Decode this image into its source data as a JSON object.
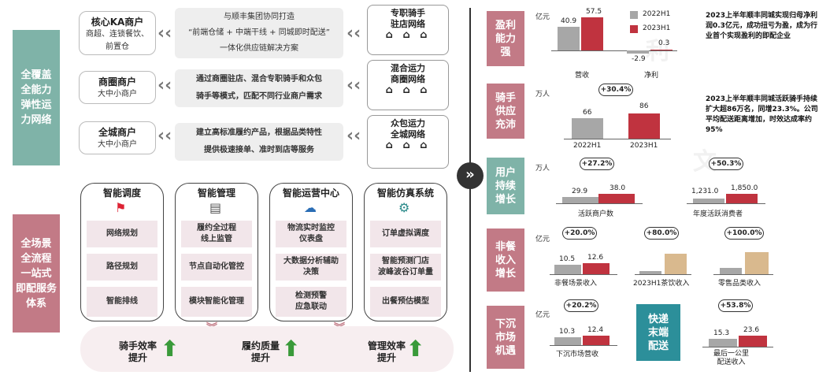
{
  "colors": {
    "teal": "#7fb3a8",
    "rose": "#c27a86",
    "gray_bar": "#a7a7a7",
    "red_bar": "#c0333f",
    "tan_bar": "#d9b98e",
    "blue_box": "#2c8f9a",
    "item_bg": "#f2e6ea"
  },
  "left_labels": {
    "top": "全覆盖\n全能力\n弹性运\n力网络",
    "bottom": "全场景\n全流程\n一站式\n即配服务\n体系"
  },
  "merchants": [
    {
      "title": "核心KA商户",
      "desc": "商超、连锁餐饮、\n前置仓"
    },
    {
      "title": "商圈商户",
      "desc": "大中小商户"
    },
    {
      "title": "全城商户",
      "desc": "大中小商户"
    }
  ],
  "mid_boxes": [
    "与顺丰集团协同打造\n“前端仓储 + 中端干线 + 同城即时配送”\n一体化供应链解决方案",
    "通过商圈驻店、混合专职骑手和众包\n骑手等模式，匹配不同行业商户需求",
    "建立高标准履约产品，根据品类特性\n提供极速接单、准时到店等服务"
  ],
  "networks": [
    {
      "title": "专职骑手\n驻店网络",
      "icons": "house-scooter-icons"
    },
    {
      "title": "混合运力\n商圈网络",
      "icons": "house-scooter-icons"
    },
    {
      "title": "众包运力\n全城网络",
      "icons": "house-scooter-icons"
    }
  ],
  "columns": [
    {
      "title": "智能调度",
      "icon": "map-pin-icon",
      "items": [
        "网络规划",
        "路径规划",
        "智能排线"
      ]
    },
    {
      "title": "智能管理",
      "icon": "document-chart-icon",
      "items": [
        "履约全过程\n线上监管",
        "节点自动化管控",
        "模块智能化管理"
      ]
    },
    {
      "title": "智能运营中心",
      "icon": "cloud-network-icon",
      "items": [
        "物流实时监控\n仪表盘",
        "大数据分析辅助\n决策",
        "检测预警\n应急联动"
      ]
    },
    {
      "title": "智能仿真系统",
      "icon": "gear-globe-icon",
      "items": [
        "订单虚拟调度",
        "智能预测门店\n波峰波谷订单量",
        "出餐预估模型"
      ]
    }
  ],
  "efficiency": [
    "骑手效率\n提升",
    "履约质量\n提升",
    "管理效率\n提升"
  ],
  "right_boxes": {
    "profit": "盈利\n能力\n强",
    "rider": "骑手\n供应\n充沛",
    "user": "用户\n持续\n增长",
    "nonfood": "非餐\n收入\n增长",
    "sinking": "下沉\n市场\n机遇",
    "express": "快递\n末端\n配送"
  },
  "profit_chart": {
    "unit": "亿元",
    "legend": [
      "2022H1",
      "2023H1"
    ],
    "categories": [
      "营收",
      "净利"
    ],
    "values_2022": [
      40.9,
      -2.9
    ],
    "values_2023": [
      57.5,
      0.3
    ],
    "note": "2023上半年顺丰同城实现归母净利润0.3亿元，成功扭亏为盈，成为行业首个实现盈利的即配企业"
  },
  "rider_chart": {
    "unit": "万人",
    "categories": [
      "2022H1",
      "2023H1"
    ],
    "values": [
      66,
      86
    ],
    "growth": "+30.4%",
    "note": "2023上半年顺丰同城活跃骑手持续扩大超86万名，同增23.3%。公司平均配送距离增加，时效达成率约95%"
  },
  "user_charts": {
    "unit": "万人",
    "merchants": {
      "label": "活跃商户数",
      "values": [
        29.9,
        38.0
      ],
      "value_labels": [
        "29.9",
        "38.0"
      ],
      "growth": "+27.2%"
    },
    "consumers": {
      "label": "年度活跃消费者",
      "values": [
        1231.0,
        1850.0
      ],
      "value_labels": [
        "1,231.0",
        "1,850.0"
      ],
      "growth": "+50.3%"
    }
  },
  "nonfood_charts": {
    "unit": "亿元",
    "nonfood": {
      "label": "非餐场景收入",
      "values": [
        10.5,
        12.6
      ],
      "growth": "+20.0%"
    },
    "tea": {
      "label": "2023H1茶饮收入",
      "growth": "+80.0%"
    },
    "retail": {
      "label": "零售品类收入",
      "growth": "+100.0%"
    }
  },
  "sinking_chart": {
    "unit": "亿元",
    "label": "下沉市场营收",
    "values": [
      10.3,
      12.4
    ],
    "growth": "+20.2%"
  },
  "express_chart": {
    "label": "最后一公里\n配送收入",
    "values": [
      15.3,
      23.6
    ],
    "growth": "+53.8%"
  }
}
